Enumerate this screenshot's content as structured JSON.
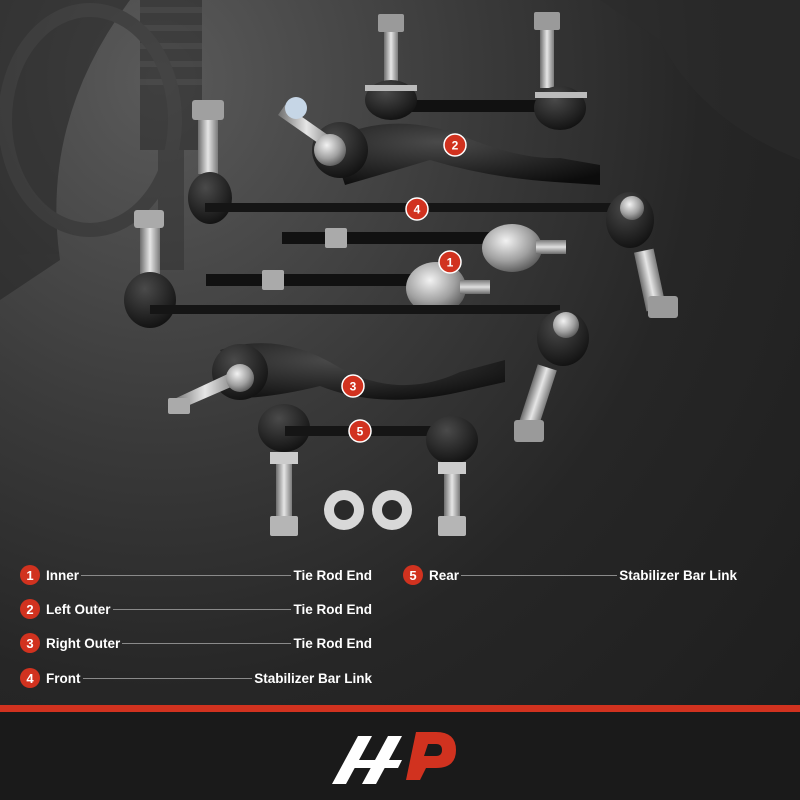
{
  "parts": [
    {
      "num": "1",
      "left": "Inner",
      "right": "Tie Rod End"
    },
    {
      "num": "2",
      "left": "Left Outer",
      "right": "Tie Rod End"
    },
    {
      "num": "3",
      "left": "Right Outer",
      "right": "Tie Rod End"
    },
    {
      "num": "4",
      "left": "Front",
      "right": "Stabilizer Bar Link"
    },
    {
      "num": "5",
      "left": "Rear",
      "right": "Stabilizer Bar Link"
    }
  ],
  "colors": {
    "accent": "#d1321f",
    "background": "#1b1b1b",
    "text": "#ffffff"
  }
}
